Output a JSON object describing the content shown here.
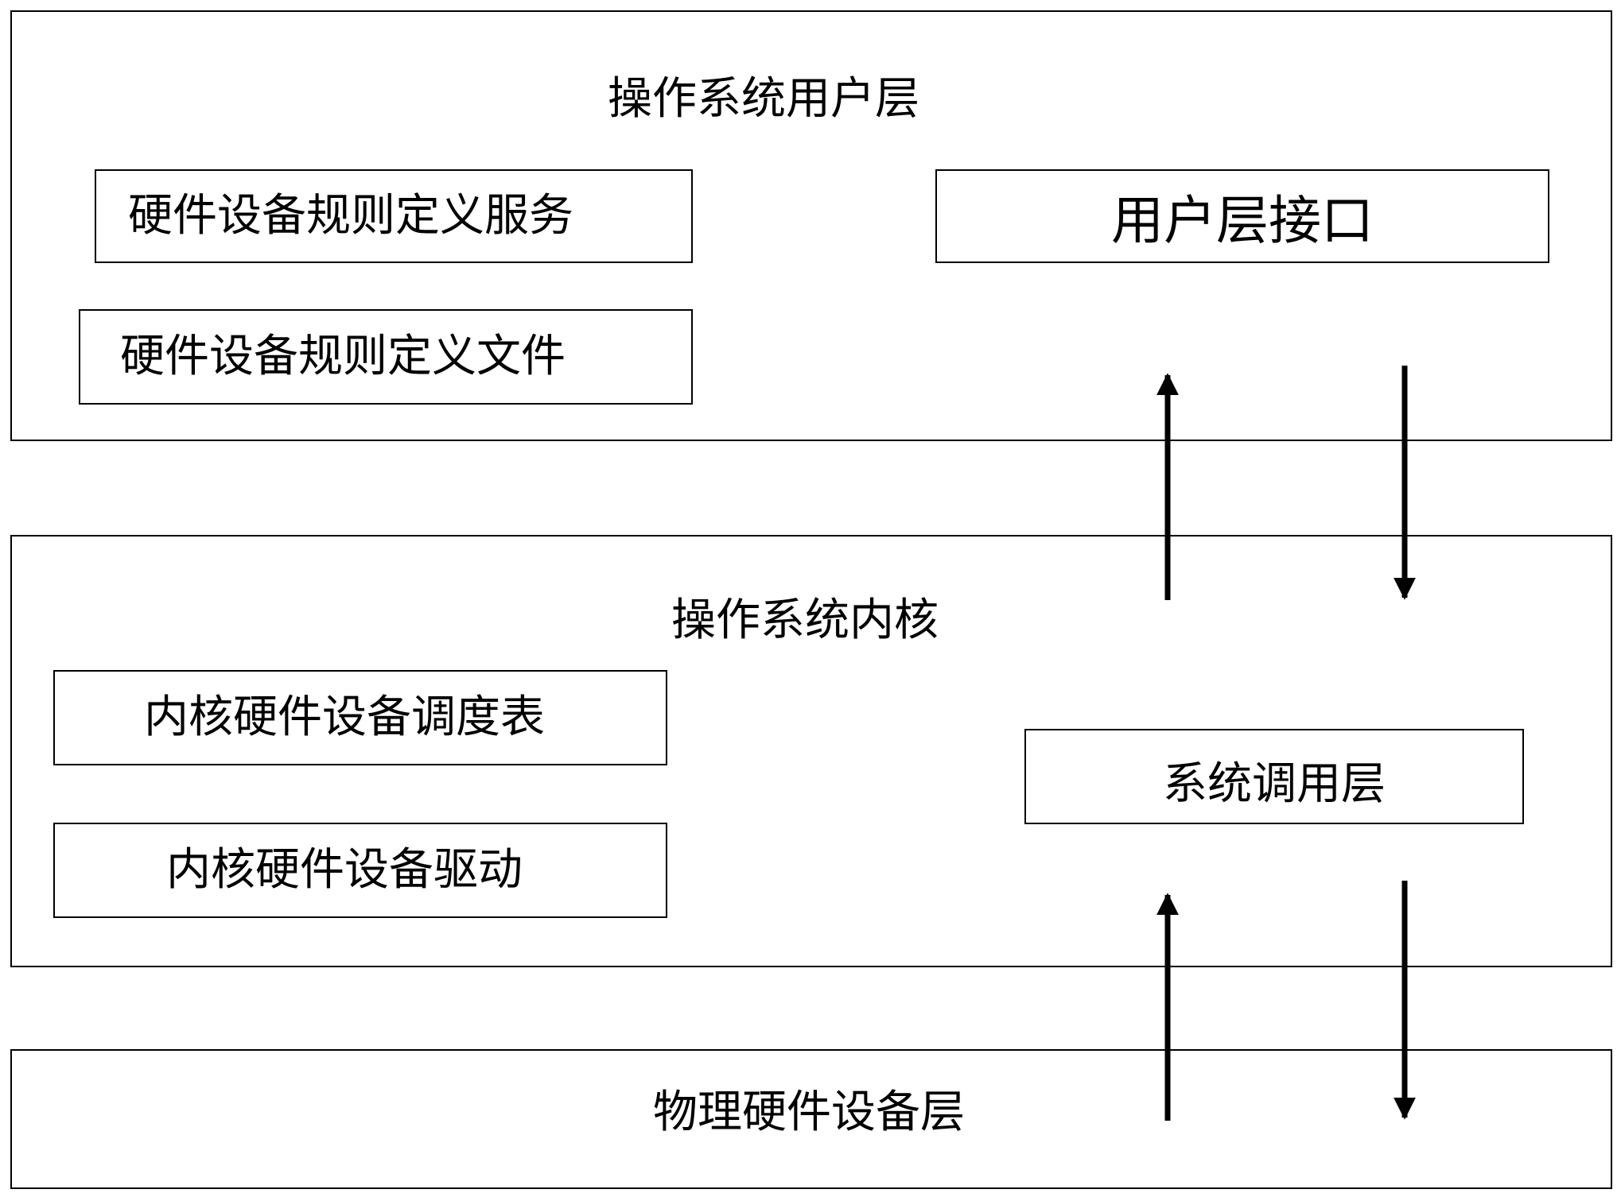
{
  "layers": {
    "user_layer": {
      "title": "操作系统用户层",
      "boxes": {
        "rule_service": "硬件设备规则定义服务",
        "rule_file": "硬件设备规则定义文件",
        "user_interface": "用户层接口"
      }
    },
    "kernel": {
      "title": "操作系统内核",
      "boxes": {
        "schedule_table": "内核硬件设备调度表",
        "driver": "内核硬件设备驱动",
        "syscall_layer": "系统调用层"
      }
    },
    "hardware": {
      "title": "物理硬件设备层"
    }
  }
}
